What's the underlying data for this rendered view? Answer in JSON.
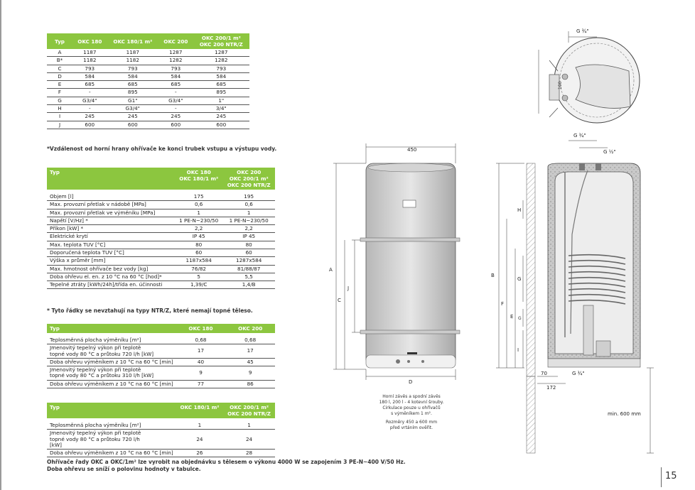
{
  "table1": {
    "headers": [
      "Typ",
      "OKC 180",
      "OKC 180/1 m²",
      "OKC 200",
      "OKC 200/1 m²",
      "OKC 200 NTR/Z"
    ],
    "rows": [
      [
        "A",
        "1187",
        "1187",
        "1287",
        "1287"
      ],
      [
        "B*",
        "1182",
        "1182",
        "1282",
        "1282"
      ],
      [
        "C",
        "793",
        "793",
        "793",
        "793"
      ],
      [
        "D",
        "584",
        "584",
        "584",
        "584"
      ],
      [
        "E",
        "685",
        "685",
        "685",
        "685"
      ],
      [
        "F",
        "-",
        "895",
        "-",
        "895"
      ],
      [
        "G",
        "G3/4\"",
        "G1\"",
        "G3/4\"",
        "1\""
      ],
      [
        "H",
        "-",
        "G3/4\"",
        "-",
        "3/4\""
      ],
      [
        "I",
        "245",
        "245",
        "245",
        "245"
      ],
      [
        "J",
        "600",
        "600",
        "600",
        "600"
      ]
    ],
    "note": "*Vzdálenost od horní hrany ohřívače ke konci trubek vstupu a výstupu vody."
  },
  "table2": {
    "headers": [
      "Typ",
      "OKC 180",
      "OKC 180/1 m²",
      "OKC 200",
      "OKC 200/1 m²",
      "OKC 200 NTR/Z"
    ],
    "rows": [
      [
        "Objem [l]",
        "175",
        "195"
      ],
      [
        "Max. provozní přetlak v nádobě [MPa]",
        "0,6",
        "0,6"
      ],
      [
        "Max. provozní přetlak ve výměníku [MPa]",
        "1",
        "1"
      ],
      [
        "Napětí [V/Hz] *",
        "1 PE-N~230/50",
        "1 PE-N~230/50"
      ],
      [
        "Příkon [kW] *",
        "2,2",
        "2,2"
      ],
      [
        "Elektrické krytí",
        "IP 45",
        "IP 45"
      ],
      [
        "Max. teplota TUV [°C]",
        "80",
        "80"
      ],
      [
        "Doporučená teplota TUV [°C]",
        "60",
        "60"
      ],
      [
        "Výška x průměr [mm]",
        "1187x584",
        "1287x584"
      ],
      [
        "Max. hmotnost ohřívače bez vody [kg]",
        "76/82",
        "81/88/87"
      ],
      [
        "Doba ohřevu el. en. z 10 °C na 60 °C [hod]*",
        "5",
        "5,5"
      ],
      [
        "Tepelné ztráty [kWh/24h]/třída en. účinnosti",
        "1,39/C",
        "1,4/B"
      ]
    ],
    "note": "* Tyto řádky se nevztahují na typy NTR/Z, které nemají topné těleso."
  },
  "table3": {
    "headers": [
      "Typ",
      "OKC 180",
      "OKC 200"
    ],
    "rows": [
      [
        "Teplosměnná plocha výměníku [m²]",
        "0,68",
        "0,68"
      ],
      [
        "Jmenovitý tepelný výkon při teplotě|topné vody 80 °C a průtoku 720 l/h [kW]",
        "17",
        "17"
      ],
      [
        "Doba ohřevu výměníkem z 10 °C na 60 °C [min]",
        "40",
        "45"
      ],
      [
        "Jmenovitý tepelný výkon při teplotě|topné vody 80 °C a průtoku 310 l/h [kW]",
        "9",
        "9"
      ],
      [
        "Doba ohřevu výměníkem z 10 °C na 60 °C [min]",
        "77",
        "86"
      ]
    ]
  },
  "table4": {
    "headers": [
      "Typ",
      "OKC 180/1 m²",
      "OKC 200/1 m²",
      "OKC 200 NTR/Z"
    ],
    "rows": [
      [
        "Teplosměnná plocha výměníku [m²]",
        "1",
        "1"
      ],
      [
        "Jmenovitý tepelný výkon při teplotě|topné vody 80 °C a průtoku 720 l/h|[kW]",
        "24",
        "24"
      ],
      [
        "Doba ohřevu výměníkem z 10 °C na 60 °C [min]",
        "26",
        "28"
      ]
    ]
  },
  "footer_note_1": "Ohřívače řady OKC a OKC/1m² lze vyrobit na objednávku s tělesem o výkonu 4000 W se zapojením 3 PE-N~400 V/50 Hz.",
  "footer_note_2": "Doba ohřevu se sníží o polovinu hodnoty v tabulce.",
  "diagram": {
    "dim_450": "450",
    "dim_D": "D",
    "dim_A": "A",
    "dim_C": "C",
    "dim_J": "J",
    "dim_B": "B",
    "dim_F": "F",
    "dim_E": "E",
    "dim_G": "G",
    "dim_H": "H",
    "dim_I": "I",
    "dim_70": "70",
    "dim_172": "172",
    "dim_100": "100",
    "g34_top": "G ¾\"",
    "g34_mid": "G ¾\"",
    "g12": "G ½\"",
    "g34_bottom": "G ¾\"",
    "min600": "min. 600 mm",
    "caption": [
      "Horní závěs a spodní závěs",
      "180 l, 200 l - 4 kotevní šrouby.",
      "Cirkulace pouze u ohřívačů",
      "s výměníkem 1 m².",
      "Rozměry 450 a 600 mm",
      "před vrtáním ověřit."
    ]
  },
  "page_number": "15"
}
